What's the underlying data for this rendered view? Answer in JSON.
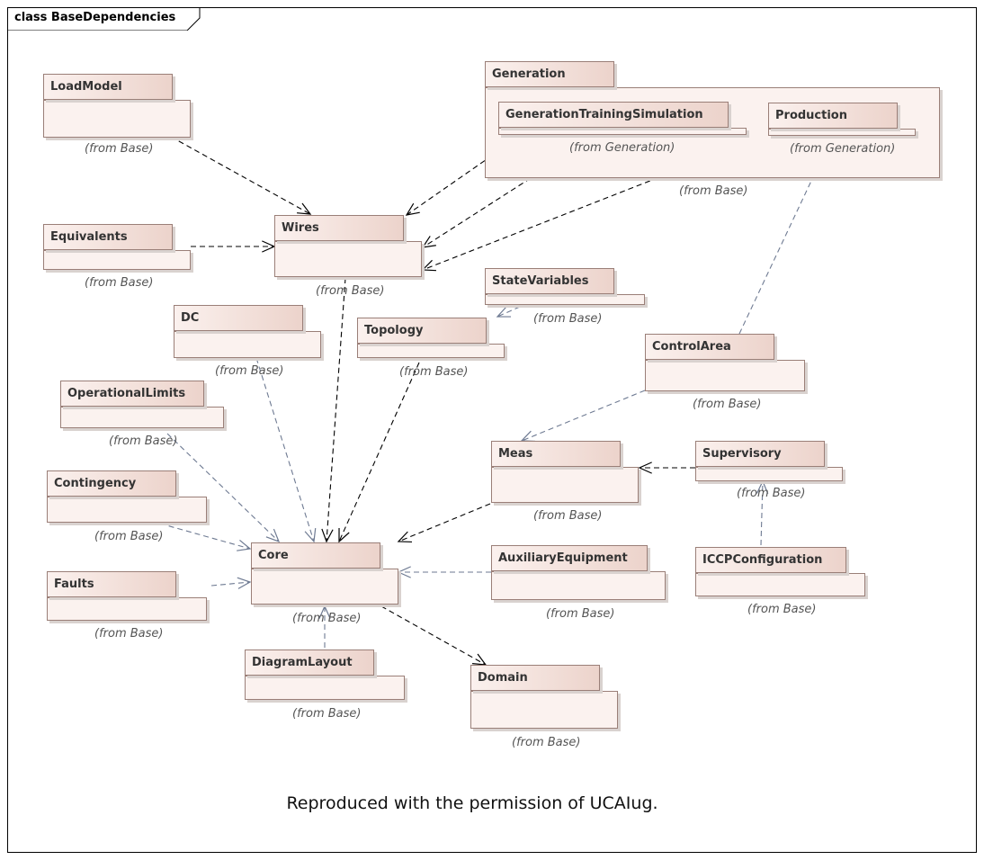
{
  "frame": {
    "title": "class BaseDependencies"
  },
  "caption": "Reproduced with the permission of UCAIug.",
  "packages": [
    {
      "id": "LoadModel",
      "name": "LoadModel",
      "from": "(from Base)"
    },
    {
      "id": "Generation",
      "name": "Generation",
      "from": "(from Base)"
    },
    {
      "id": "GenerationTrainingSimulation",
      "name": "GenerationTrainingSimulation",
      "from": "(from Generation)"
    },
    {
      "id": "Production",
      "name": "Production",
      "from": "(from Generation)"
    },
    {
      "id": "Equivalents",
      "name": "Equivalents",
      "from": "(from Base)"
    },
    {
      "id": "Wires",
      "name": "Wires",
      "from": "(from Base)"
    },
    {
      "id": "StateVariables",
      "name": "StateVariables",
      "from": "(from Base)"
    },
    {
      "id": "DC",
      "name": "DC",
      "from": "(from Base)"
    },
    {
      "id": "Topology",
      "name": "Topology",
      "from": "(from Base)"
    },
    {
      "id": "ControlArea",
      "name": "ControlArea",
      "from": "(from Base)"
    },
    {
      "id": "OperationalLimits",
      "name": "OperationalLimits",
      "from": "(from Base)"
    },
    {
      "id": "Meas",
      "name": "Meas",
      "from": "(from Base)"
    },
    {
      "id": "Supervisory",
      "name": "Supervisory",
      "from": "(from Base)"
    },
    {
      "id": "Contingency",
      "name": "Contingency",
      "from": "(from Base)"
    },
    {
      "id": "Core",
      "name": "Core",
      "from": "(from Base)"
    },
    {
      "id": "AuxiliaryEquipment",
      "name": "AuxiliaryEquipment",
      "from": "(from Base)"
    },
    {
      "id": "ICCPConfiguration",
      "name": "ICCPConfiguration",
      "from": "(from Base)"
    },
    {
      "id": "Faults",
      "name": "Faults",
      "from": "(from Base)"
    },
    {
      "id": "DiagramLayout",
      "name": "DiagramLayout",
      "from": "(from Base)"
    },
    {
      "id": "Domain",
      "name": "Domain",
      "from": "(from Base)"
    }
  ],
  "dependencies": [
    {
      "from": "LoadModel",
      "to": "Wires",
      "style": "black"
    },
    {
      "from": "GenerationTrainingSimulation",
      "to": "Wires",
      "style": "black"
    },
    {
      "from": "Generation",
      "to": "Wires",
      "style": "black"
    },
    {
      "from": "Production",
      "to": "Wires",
      "style": "black"
    },
    {
      "from": "Equivalents",
      "to": "Wires",
      "style": "black"
    },
    {
      "from": "Wires",
      "to": "Core",
      "style": "black"
    },
    {
      "from": "Topology",
      "to": "Core",
      "style": "black"
    },
    {
      "from": "DC",
      "to": "Core",
      "style": "gray"
    },
    {
      "from": "OperationalLimits",
      "to": "Core",
      "style": "gray"
    },
    {
      "from": "Contingency",
      "to": "Core",
      "style": "gray"
    },
    {
      "from": "Faults",
      "to": "Core",
      "style": "gray"
    },
    {
      "from": "DiagramLayout",
      "to": "Core",
      "style": "gray"
    },
    {
      "from": "Meas",
      "to": "Core",
      "style": "black"
    },
    {
      "from": "AuxiliaryEquipment",
      "to": "Core",
      "style": "gray"
    },
    {
      "from": "Core",
      "to": "Domain",
      "style": "black"
    },
    {
      "from": "Supervisory",
      "to": "Meas",
      "style": "black"
    },
    {
      "from": "ControlArea",
      "to": "Meas",
      "style": "gray"
    },
    {
      "from": "ControlArea",
      "to": "Production",
      "style": "gray"
    },
    {
      "from": "ICCPConfiguration",
      "to": "Supervisory",
      "style": "gray"
    },
    {
      "from": "StateVariables",
      "to": "StateVariables",
      "style": "gray"
    }
  ]
}
